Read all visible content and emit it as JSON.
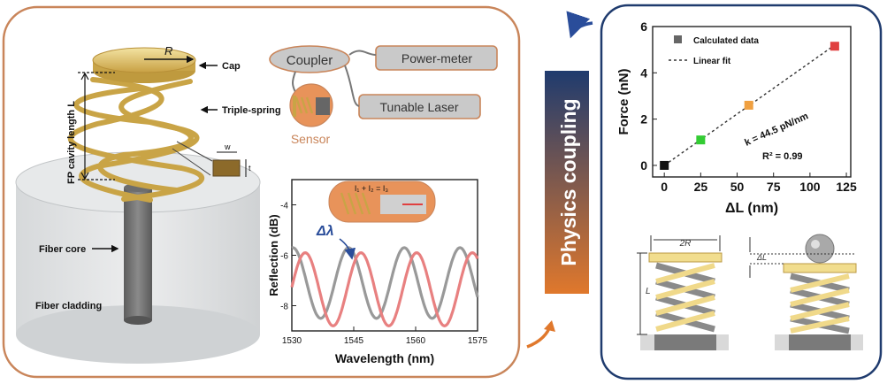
{
  "left_panel": {
    "cap_label": "Cap",
    "spring_label": "Triple-spring",
    "radius_symbol": "R",
    "cavity_label": "FP cavity length L",
    "width_symbol": "w",
    "thickness_symbol": "t",
    "fiber_core_label": "Fiber core",
    "fiber_cladding_label": "Fiber cladding"
  },
  "setup": {
    "coupler": "Coupler",
    "power_meter": "Power-meter",
    "tunable_laser": "Tunable Laser",
    "sensor": "Sensor"
  },
  "spectrum": {
    "delta_lambda": "Δλ",
    "inset_formula": "I₁ + I₂ = I₃",
    "chart_data": {
      "type": "line",
      "xlabel": "Wavelength (nm)",
      "ylabel": "Reflection (dB)",
      "xlim": [
        1530,
        1575
      ],
      "ylim": [
        -9,
        -3
      ],
      "x_ticks": [
        "1530",
        "1545",
        "1560",
        "1575"
      ],
      "y_ticks": [
        "-4",
        "-6",
        "-8"
      ],
      "series": [
        {
          "color": "#999999",
          "period_nm": 13.5,
          "min_at_nm": 1537.0,
          "min_db": -8.5,
          "max_db": -5.7
        },
        {
          "color": "#e88080",
          "period_nm": 13.5,
          "min_at_nm": 1540.0,
          "min_db": -8.8,
          "max_db": -5.9
        }
      ]
    }
  },
  "coupling": {
    "label": "Physics coupling",
    "colors": {
      "top": "#1f3b6e",
      "bottom": "#e0782c"
    }
  },
  "force_chart": {
    "chart_data": {
      "type": "scatter",
      "xlabel": "ΔL (nm)",
      "ylabel": "Force (nN)",
      "xlim": [
        -8,
        128
      ],
      "ylim": [
        -0.5,
        6
      ],
      "x_ticks": [
        0,
        25,
        50,
        75,
        100,
        125
      ],
      "y_ticks": [
        0,
        2,
        4,
        6
      ],
      "points": [
        {
          "x": 0,
          "y": 0,
          "color": "#111111"
        },
        {
          "x": 25,
          "y": 1.1,
          "color": "#33cc33"
        },
        {
          "x": 58,
          "y": 2.6,
          "color": "#f0a040"
        },
        {
          "x": 117,
          "y": 5.15,
          "color": "#e04040"
        }
      ],
      "fit": {
        "x": [
          0,
          117
        ],
        "y": [
          0,
          5.2
        ]
      },
      "legend": [
        "Calculated data",
        "Linear fit"
      ],
      "slope_annotation": "k = 44.5 pN/nm",
      "r2_annotation": "R² = 0.99"
    }
  },
  "schematic": {
    "diameter_label": "2R",
    "delta_l_label": "ΔL",
    "length_label": "L"
  }
}
